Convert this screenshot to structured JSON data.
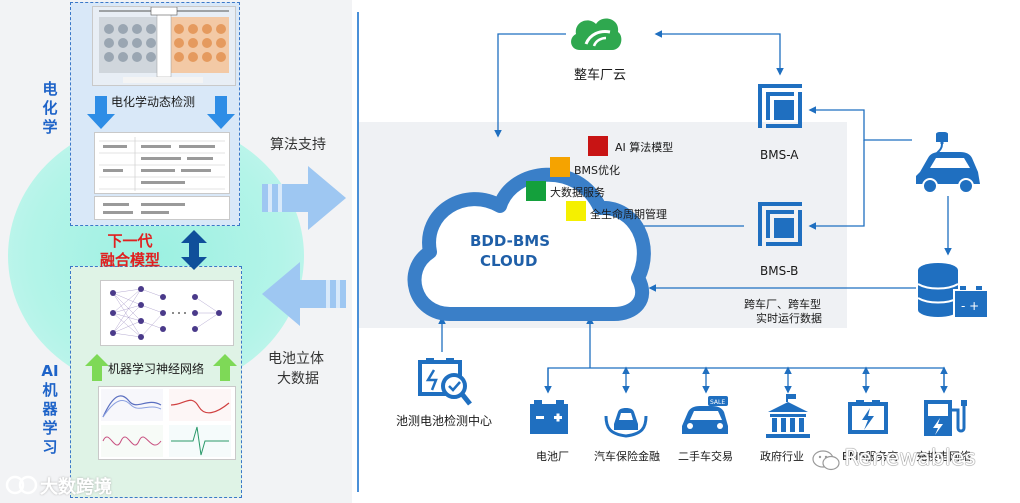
{
  "left": {
    "electro_vertical": "电化学",
    "electro_caption": "电化学动态检测",
    "next_gen_line1": "下一代",
    "next_gen_line2": "融合模型",
    "ai_vertical": "AI机器学习",
    "nn_caption": "机器学习神经网络",
    "algo_support": "算法支持",
    "battery_data_line1": "电池立体",
    "battery_data_line2": "大数据",
    "watermark": "大数跨境"
  },
  "cloud": {
    "title_line1": "BDD-BMS",
    "title_line2": "CLOUD",
    "legend": [
      {
        "label": "AI 算法模型",
        "color": "#c81414"
      },
      {
        "label": "BMS优化",
        "color": "#f5a300"
      },
      {
        "label": "大数据服务",
        "color": "#14a03c"
      },
      {
        "label": "全生命周期管理",
        "color": "#f5f000"
      }
    ]
  },
  "nodes": {
    "oem_cloud": "整车厂云",
    "bms_a": "BMS-A",
    "bms_b": "BMS-B",
    "cross_data_line1": "跨车厂、跨车型",
    "cross_data_line2": "实时运行数据",
    "test_center": "池测电池检测中心"
  },
  "bottom_items": [
    {
      "label": "电池厂",
      "icon": "battery-icon"
    },
    {
      "label": "汽车保险金融",
      "icon": "car-insurance-icon"
    },
    {
      "label": "二手车交易",
      "icon": "used-car-icon"
    },
    {
      "label": "政府行业",
      "icon": "government-icon"
    },
    {
      "label": "EMS服务商",
      "icon": "ems-icon"
    },
    {
      "label": "充换电网络",
      "icon": "charging-icon"
    }
  ],
  "watermark_right": "Renewables",
  "colors": {
    "primary_blue": "#1f6fc0",
    "dark_blue": "#0f4f9a",
    "arrow_light": "#9ec7f2",
    "mint": "#8df0de",
    "green_leaf": "#2fa84f"
  }
}
